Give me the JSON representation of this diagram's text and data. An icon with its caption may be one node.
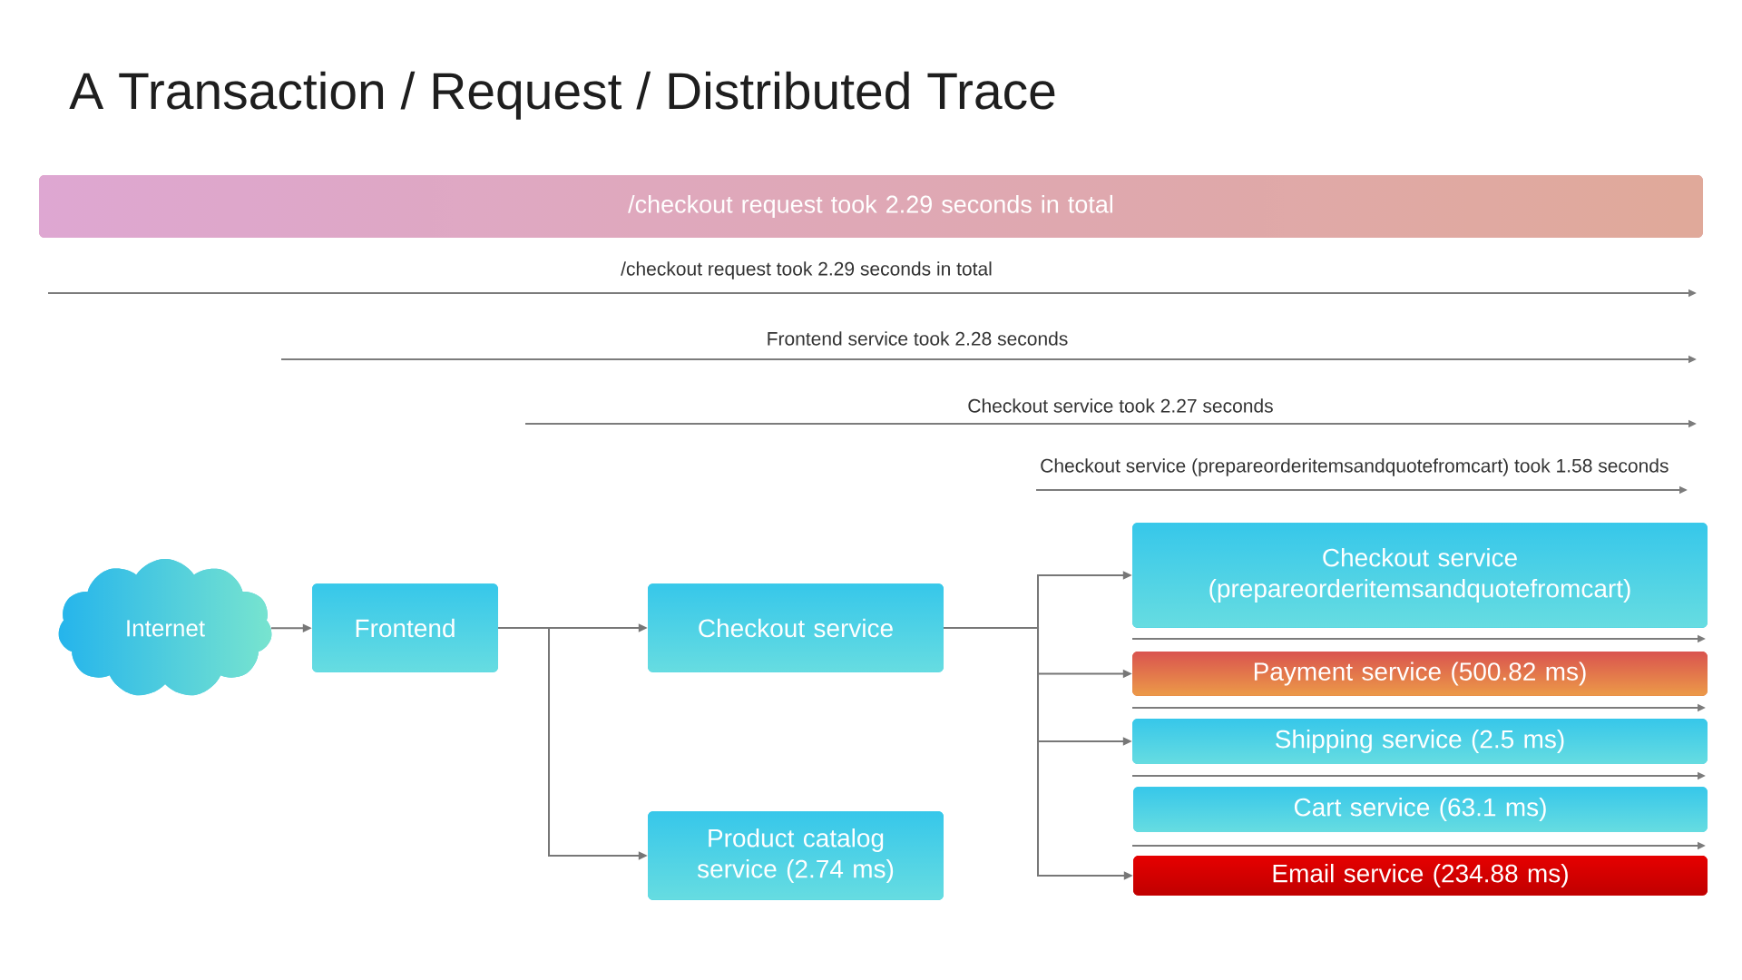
{
  "diagram": {
    "title": "A Transaction / Request / Distributed Trace",
    "nodes": [
      {
        "text": [
          "/checkout request took 2.29 seconds in total"
        ]
      },
      {
        "text": [
          "Internet"
        ]
      },
      {
        "text": [
          "Frontend"
        ]
      },
      {
        "text": [
          "Checkout service"
        ]
      },
      {
        "text": [
          "Product catalog service (2.74 ms)"
        ]
      },
      {
        "text": [
          "Checkout service (prepareorderitemsandquotefromcart)"
        ]
      },
      {
        "text": [
          "Payment service (500.82 ms)"
        ]
      },
      {
        "text": [
          "Shipping service (2.5 ms)"
        ]
      },
      {
        "text": [
          "Cart service (63.1 ms)"
        ]
      },
      {
        "text": [
          "Email service (234.88 ms)"
        ]
      }
    ],
    "edges": [
      {
        "from": 1,
        "to": 2,
        "arrow": "to"
      },
      {
        "from": 2,
        "to": 3,
        "arrow": "to"
      },
      {
        "from": 2,
        "to": 4,
        "arrow": "to"
      },
      {
        "from": 3,
        "to": 5,
        "arrow": "to"
      },
      {
        "from": 3,
        "to": 6,
        "arrow": "to"
      },
      {
        "from": 3,
        "to": 7,
        "arrow": "to"
      },
      {
        "from": 3,
        "to": 9,
        "arrow": "to"
      }
    ],
    "labels": [
      "/checkout request took 2.29 seconds in total",
      "Frontend service took 2.28 seconds",
      "Checkout service took 2.27 seconds",
      "Checkout service (prepareorderitemsandquotefromcart) took 1.58 seconds"
    ]
  }
}
